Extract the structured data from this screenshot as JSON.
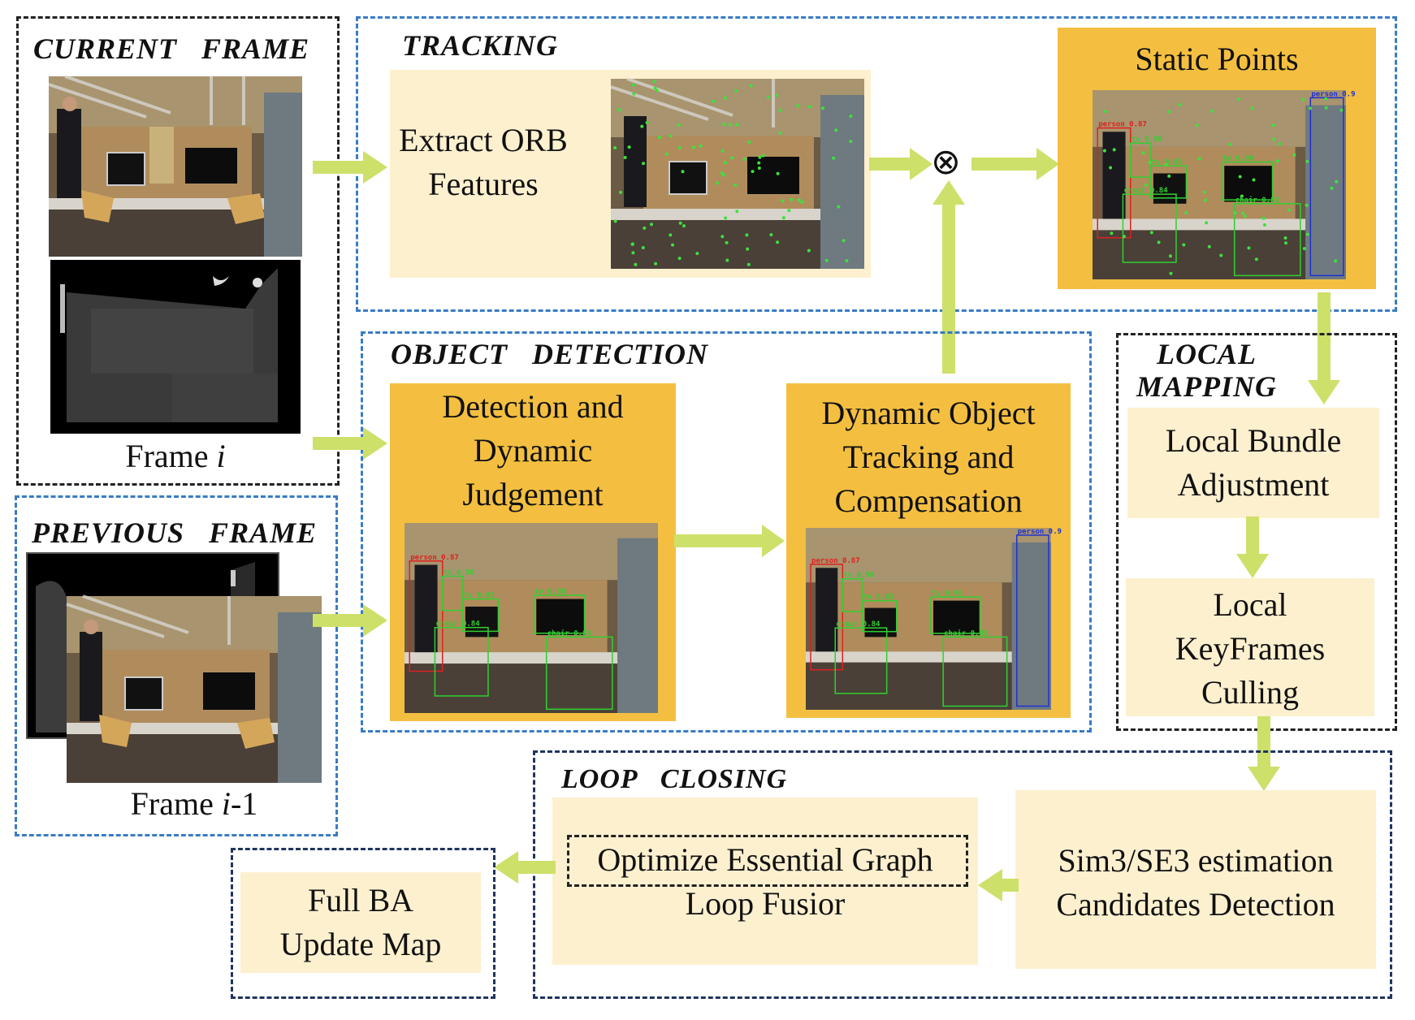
{
  "groups": {
    "current_frame": {
      "title": "CURRENT   FRAME",
      "caption_prefix": "Frame ",
      "caption_var": "i"
    },
    "previous_frame": {
      "title": "PREVIOUS   FRAME",
      "caption_prefix": "Frame ",
      "caption_var": "i",
      "caption_suffix": "-1"
    },
    "tracking": {
      "title": "TRACKING"
    },
    "object_detection": {
      "title": "OBJECT   DETECTION"
    },
    "local_mapping": {
      "title": "LOCAL\nMAPPING"
    },
    "loop_closing": {
      "title": "LOOP   CLOSING"
    }
  },
  "boxes": {
    "extract_orb": "Extract ORB\nFeatures",
    "static_points": "Static Points",
    "detection_judgement": "Detection and\nDynamic\nJudgement",
    "dynamic_tracking": "Dynamic Object\nTracking and\nCompensation",
    "local_ba": "Local Bundle\nAdjustment",
    "keyframes_culling": "Local\nKeyFrames\nCulling",
    "sim3": "Sim3/SE3 estimation\nCandidates Detection",
    "optimize_graph": "Optimize Essential Graph",
    "loop_fusion": "Loop Fusior",
    "full_ba": "Full BA\nUpdate Map"
  },
  "symbols": {
    "multiply": "⊗"
  },
  "detections": [
    {
      "label": "person 0.87",
      "color": "#e02020"
    },
    {
      "label": "tv 0.58",
      "color": "#30d030"
    },
    {
      "label": "tv 0.83",
      "color": "#30d030"
    },
    {
      "label": "tv 0.90",
      "color": "#30d030"
    },
    {
      "label": "chair 0.84",
      "color": "#30d030"
    },
    {
      "label": "chair 0.83",
      "color": "#30d030"
    },
    {
      "label": "person 0.9",
      "color": "#2030d0"
    }
  ],
  "colors": {
    "arrow": "#cde06a",
    "orange_box": "#f4bf40",
    "light_box": "#fdf0cf",
    "blue_dash": "#3a7cc4",
    "navy_dash": "#1f3560",
    "black_dash": "#222222"
  }
}
